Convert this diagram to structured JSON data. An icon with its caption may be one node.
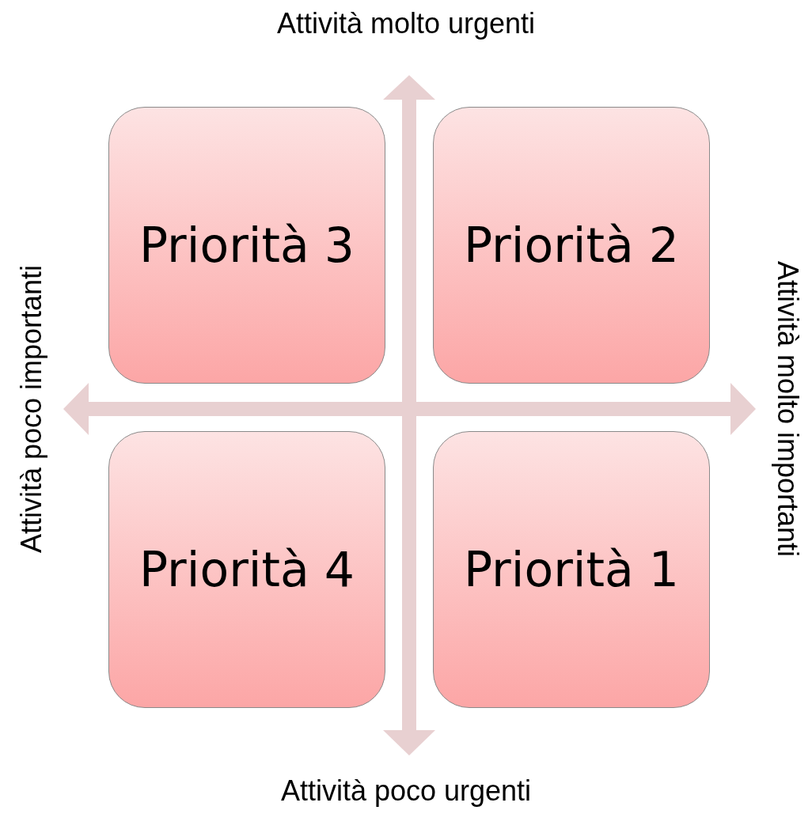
{
  "diagram": {
    "nodes": [
      {
        "text": [
          "Priorità 3"
        ]
      },
      {
        "text": [
          "Priorità 2"
        ]
      },
      {
        "text": [
          "Priorità 4"
        ]
      },
      {
        "text": [
          "Priorità 1"
        ]
      }
    ],
    "labels": [
      "Attività molto urgenti",
      "Attività poco importanti",
      "Attività molto importanti",
      "Attività poco urgenti"
    ]
  }
}
